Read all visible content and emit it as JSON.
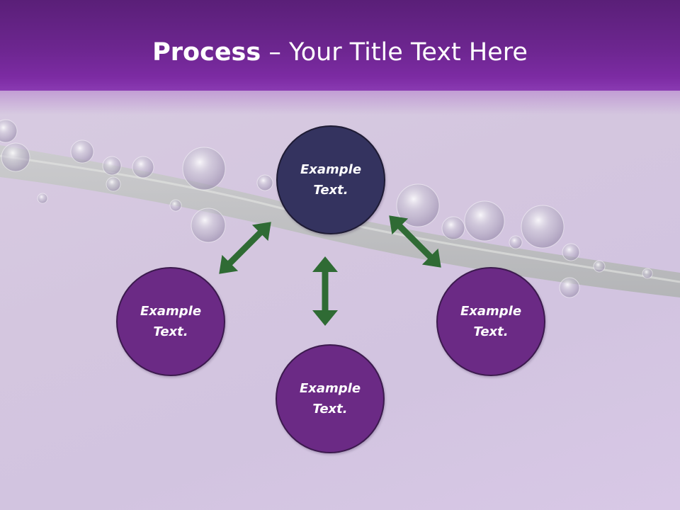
{
  "header": {
    "title_strong": "Process",
    "title_rest": " – Your Title Text Here"
  },
  "diagram": {
    "nodes": [
      {
        "id": "center",
        "label": "Example Text."
      },
      {
        "id": "left",
        "label": "Example Text."
      },
      {
        "id": "bottom",
        "label": "Example Text."
      },
      {
        "id": "right",
        "label": "Example Text."
      }
    ]
  },
  "colors": {
    "header": "#6d2690",
    "center_node": "#34335f",
    "outer_node": "#6b2a85",
    "arrow": "#2f6b34"
  }
}
